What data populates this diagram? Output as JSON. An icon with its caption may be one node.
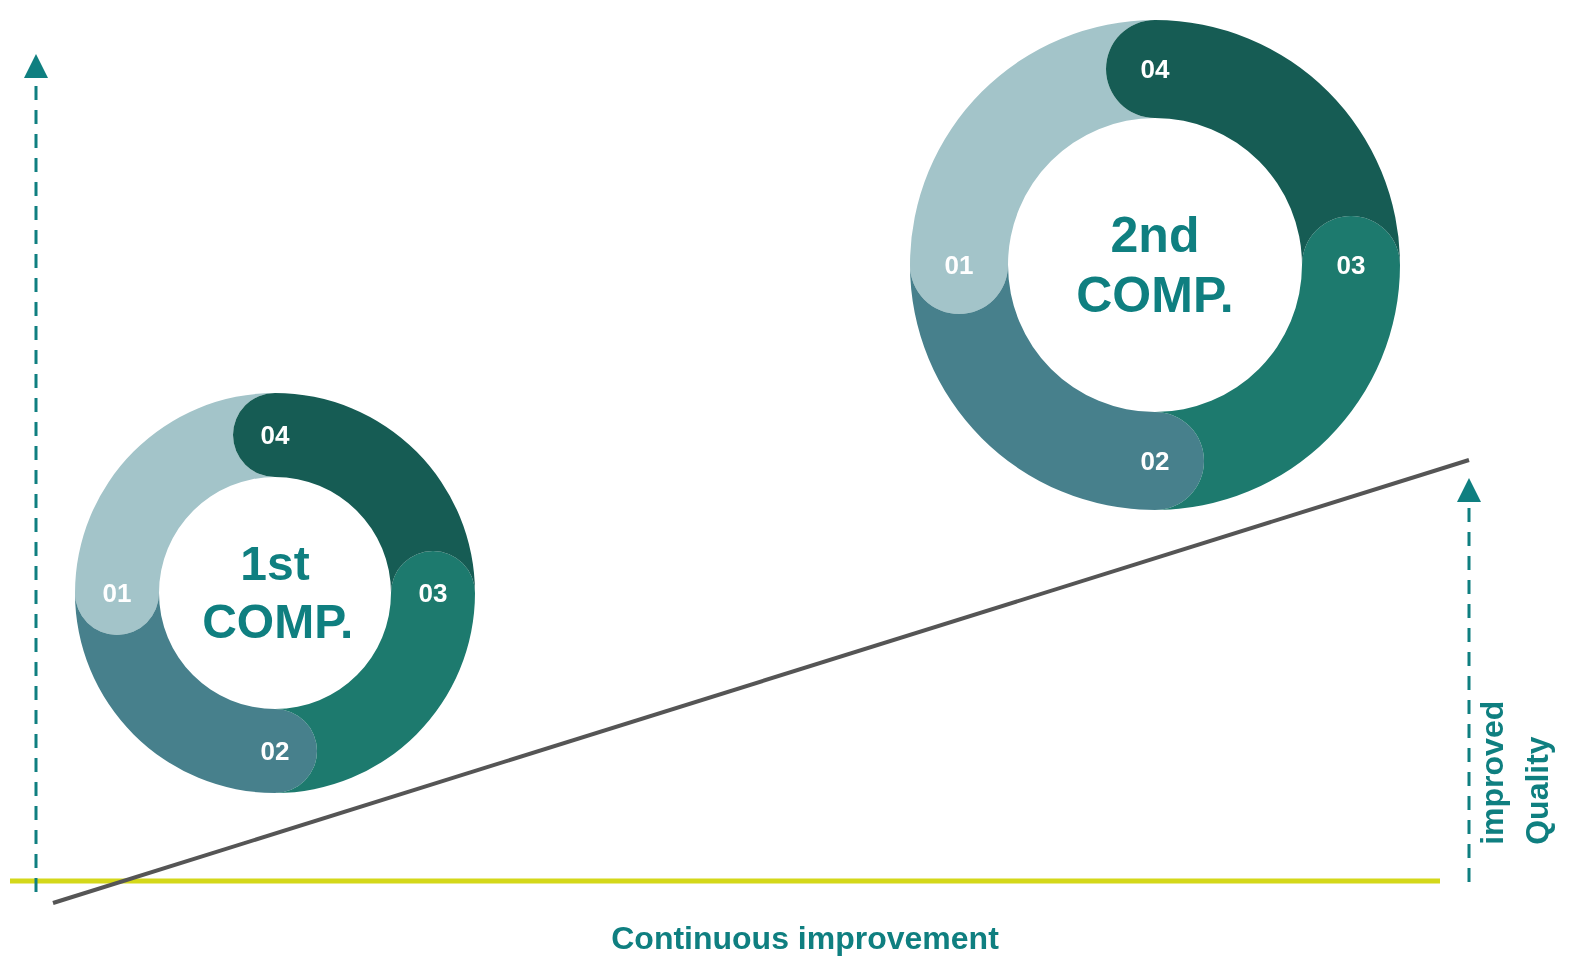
{
  "diagram": {
    "nodes": [
      {
        "text": [
          "2nd COMP."
        ]
      },
      {
        "text": [
          "04"
        ]
      },
      {
        "text": [
          "01"
        ]
      },
      {
        "text": [
          "03"
        ]
      },
      {
        "text": [
          "02"
        ]
      },
      {
        "text": [
          "1st COMP."
        ]
      },
      {
        "text": [
          "04"
        ]
      },
      {
        "text": [
          "01"
        ]
      },
      {
        "text": [
          "03"
        ]
      },
      {
        "text": [
          "02"
        ]
      }
    ],
    "edges": [],
    "labels": [
      "improved Quality",
      "Continuous improvement"
    ]
  }
}
